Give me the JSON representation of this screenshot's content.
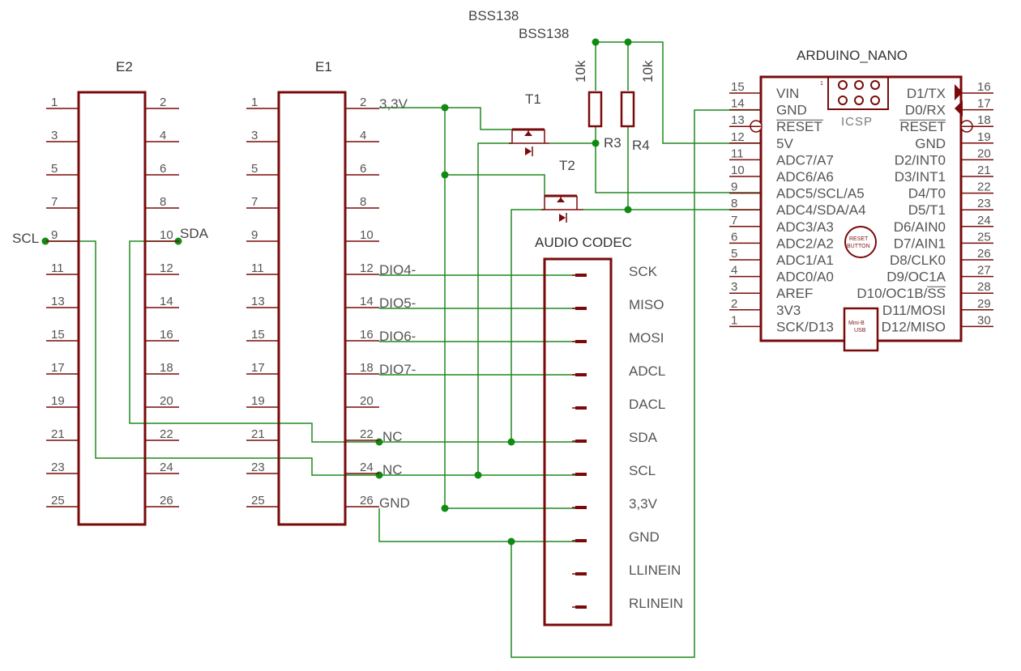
{
  "e2": {
    "title": "E2",
    "left_pins": [
      "1",
      "3",
      "5",
      "7",
      "9",
      "11",
      "13",
      "15",
      "17",
      "19",
      "21",
      "23",
      "25"
    ],
    "right_pins": [
      "2",
      "4",
      "6",
      "8",
      "10",
      "12",
      "14",
      "16",
      "18",
      "20",
      "22",
      "24",
      "26"
    ],
    "scl_label": "SCL",
    "sda_label": "SDA"
  },
  "e1": {
    "title": "E1",
    "left_pins": [
      "1",
      "3",
      "5",
      "7",
      "9",
      "11",
      "13",
      "15",
      "17",
      "19",
      "21",
      "23",
      "25"
    ],
    "right_pins": [
      "2",
      "4",
      "6",
      "8",
      "10",
      "12",
      "14",
      "16",
      "18",
      "20",
      "22",
      "24",
      "26"
    ],
    "net_labels": {
      "p2": "3,3V",
      "p12": "DIO4-",
      "p14": "DIO5-",
      "p16": "DIO6-",
      "p18": "DIO7-",
      "p22": "NC",
      "p24": "NC",
      "p26": "GND"
    }
  },
  "transistors": {
    "t1": "T1",
    "t2": "T2",
    "part_a": "BSS138",
    "part_b": "BSS138"
  },
  "resistors": {
    "r3": {
      "name": "R3",
      "value": "10k"
    },
    "r4": {
      "name": "R4",
      "value": "10k"
    }
  },
  "codec": {
    "title": "AUDIO CODEC",
    "pins": [
      "SCK",
      "MISO",
      "MOSI",
      "ADCL",
      "DACL",
      "SDA",
      "SCL",
      "3,3V",
      "GND",
      "LLINEIN",
      "RLINEIN"
    ]
  },
  "nano": {
    "title": "ARDUINO_NANO",
    "left_nums": [
      "15",
      "14",
      "13",
      "12",
      "11",
      "10",
      "9",
      "8",
      "7",
      "6",
      "5",
      "4",
      "3",
      "2",
      "1"
    ],
    "left_labels": [
      "VIN",
      "GND",
      "RESET",
      "5V",
      "ADC7/A7",
      "ADC6/A6",
      "ADC5/SCL/A5",
      "ADC4/SDA/A4",
      "ADC3/A3",
      "ADC2/A2",
      "ADC1/A1",
      "ADC0/A0",
      "AREF",
      "3V3",
      "SCK/D13"
    ],
    "right_nums": [
      "16",
      "17",
      "18",
      "19",
      "20",
      "21",
      "22",
      "23",
      "24",
      "25",
      "26",
      "27",
      "28",
      "29",
      "30"
    ],
    "right_labels": [
      "D1/TX",
      "D0/RX",
      "RESET",
      "GND",
      "D2/INT0",
      "D3/INT1",
      "D4/T0",
      "D5/T1",
      "D6/AIN0",
      "D7/AIN1",
      "D8/CLK0",
      "D9/OC1A",
      "D10/OC1B/SS",
      "D11/MOSI",
      "D12/MISO"
    ],
    "icsp_label": "ICSP",
    "icsp_pin1": "1",
    "reset_button": [
      "RESET",
      "BUTTON"
    ],
    "usb_label": [
      "Mini-B",
      "USB"
    ]
  }
}
